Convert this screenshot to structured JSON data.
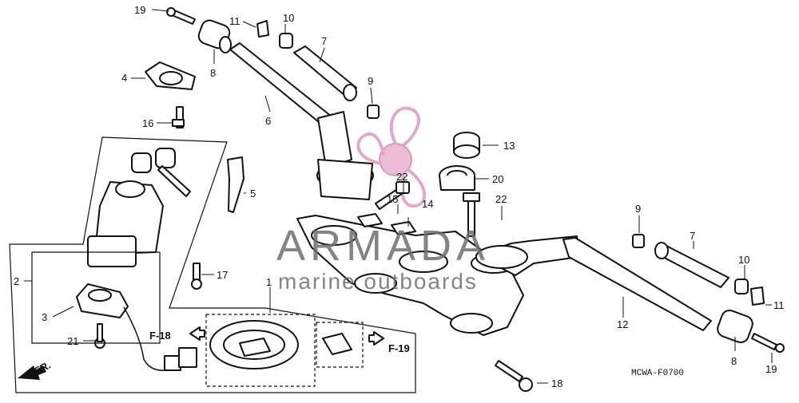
{
  "callouts": {
    "c19a": "19",
    "c11a": "11",
    "c10a": "10",
    "c7a": "7",
    "c4": "4",
    "c8a": "8",
    "c9a": "9",
    "c6": "6",
    "c16": "16",
    "c13": "13",
    "c22a": "22",
    "c20": "20",
    "c5": "5",
    "c15": "15",
    "c14": "14",
    "c22b": "22",
    "c9b": "9",
    "c7b": "7",
    "c17": "17",
    "c1": "1",
    "c10b": "10",
    "c2": "2",
    "c11b": "11",
    "c3": "3",
    "c12": "12",
    "c21": "21",
    "c8b": "8",
    "c19b": "19",
    "c18": "18"
  },
  "refs": {
    "left": "F-18",
    "right": "F-19",
    "front": "FR."
  },
  "watermark": {
    "brand": "ARMADA",
    "tagline": "marine outboards",
    "color": "#e8a5c8"
  },
  "drawing_code": "MCWA-F0700"
}
